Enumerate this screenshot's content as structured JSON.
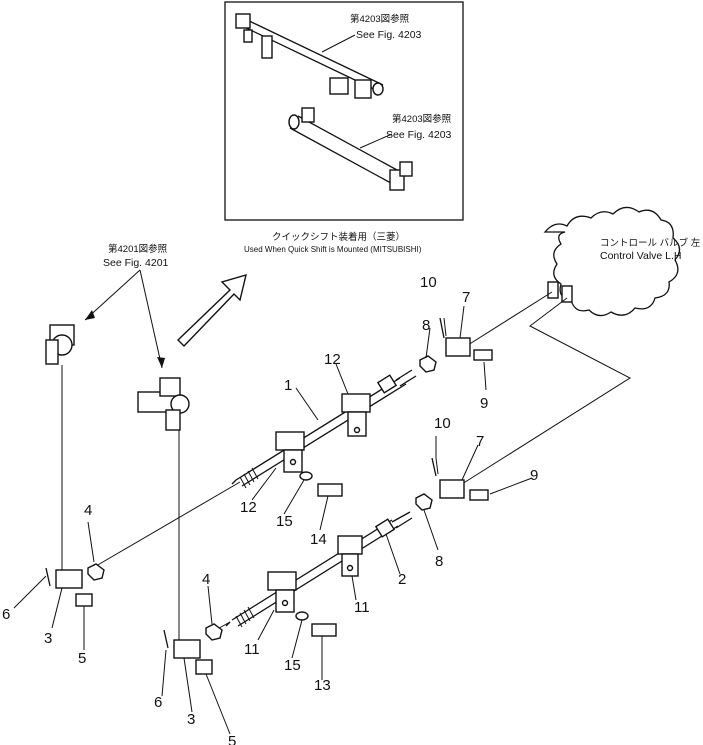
{
  "inset": {
    "ref_jp_top": "第4203図参照",
    "ref_en_top": "See Fig. 4203",
    "ref_jp_bottom": "第4203図参照",
    "ref_en_bottom": "See Fig. 4203",
    "caption_jp": "クイックシフト装着用（三菱）",
    "caption_en": "Used When Quick Shift is Mounted (MITSUBISHI)"
  },
  "refs": {
    "fig4201_jp": "第4201図参照",
    "fig4201_en": "See Fig. 4201",
    "control_valve_jp": "コントロール バルブ 左",
    "control_valve_en": "Control Valve L.H"
  },
  "part_numbers": {
    "n1": "1",
    "n2": "2",
    "n3a": "3",
    "n3b": "3",
    "n4a": "4",
    "n4b": "4",
    "n5a": "5",
    "n5b": "5",
    "n6a": "6",
    "n6b": "6",
    "n7a": "7",
    "n7b": "7",
    "n8a": "8",
    "n8b": "8",
    "n9a": "9",
    "n9b": "9",
    "n10a": "10",
    "n10b": "10",
    "n11a": "11",
    "n11b": "11",
    "n12a": "12",
    "n12b": "12",
    "n13": "13",
    "n14": "14",
    "n15a": "15",
    "n15b": "15"
  }
}
